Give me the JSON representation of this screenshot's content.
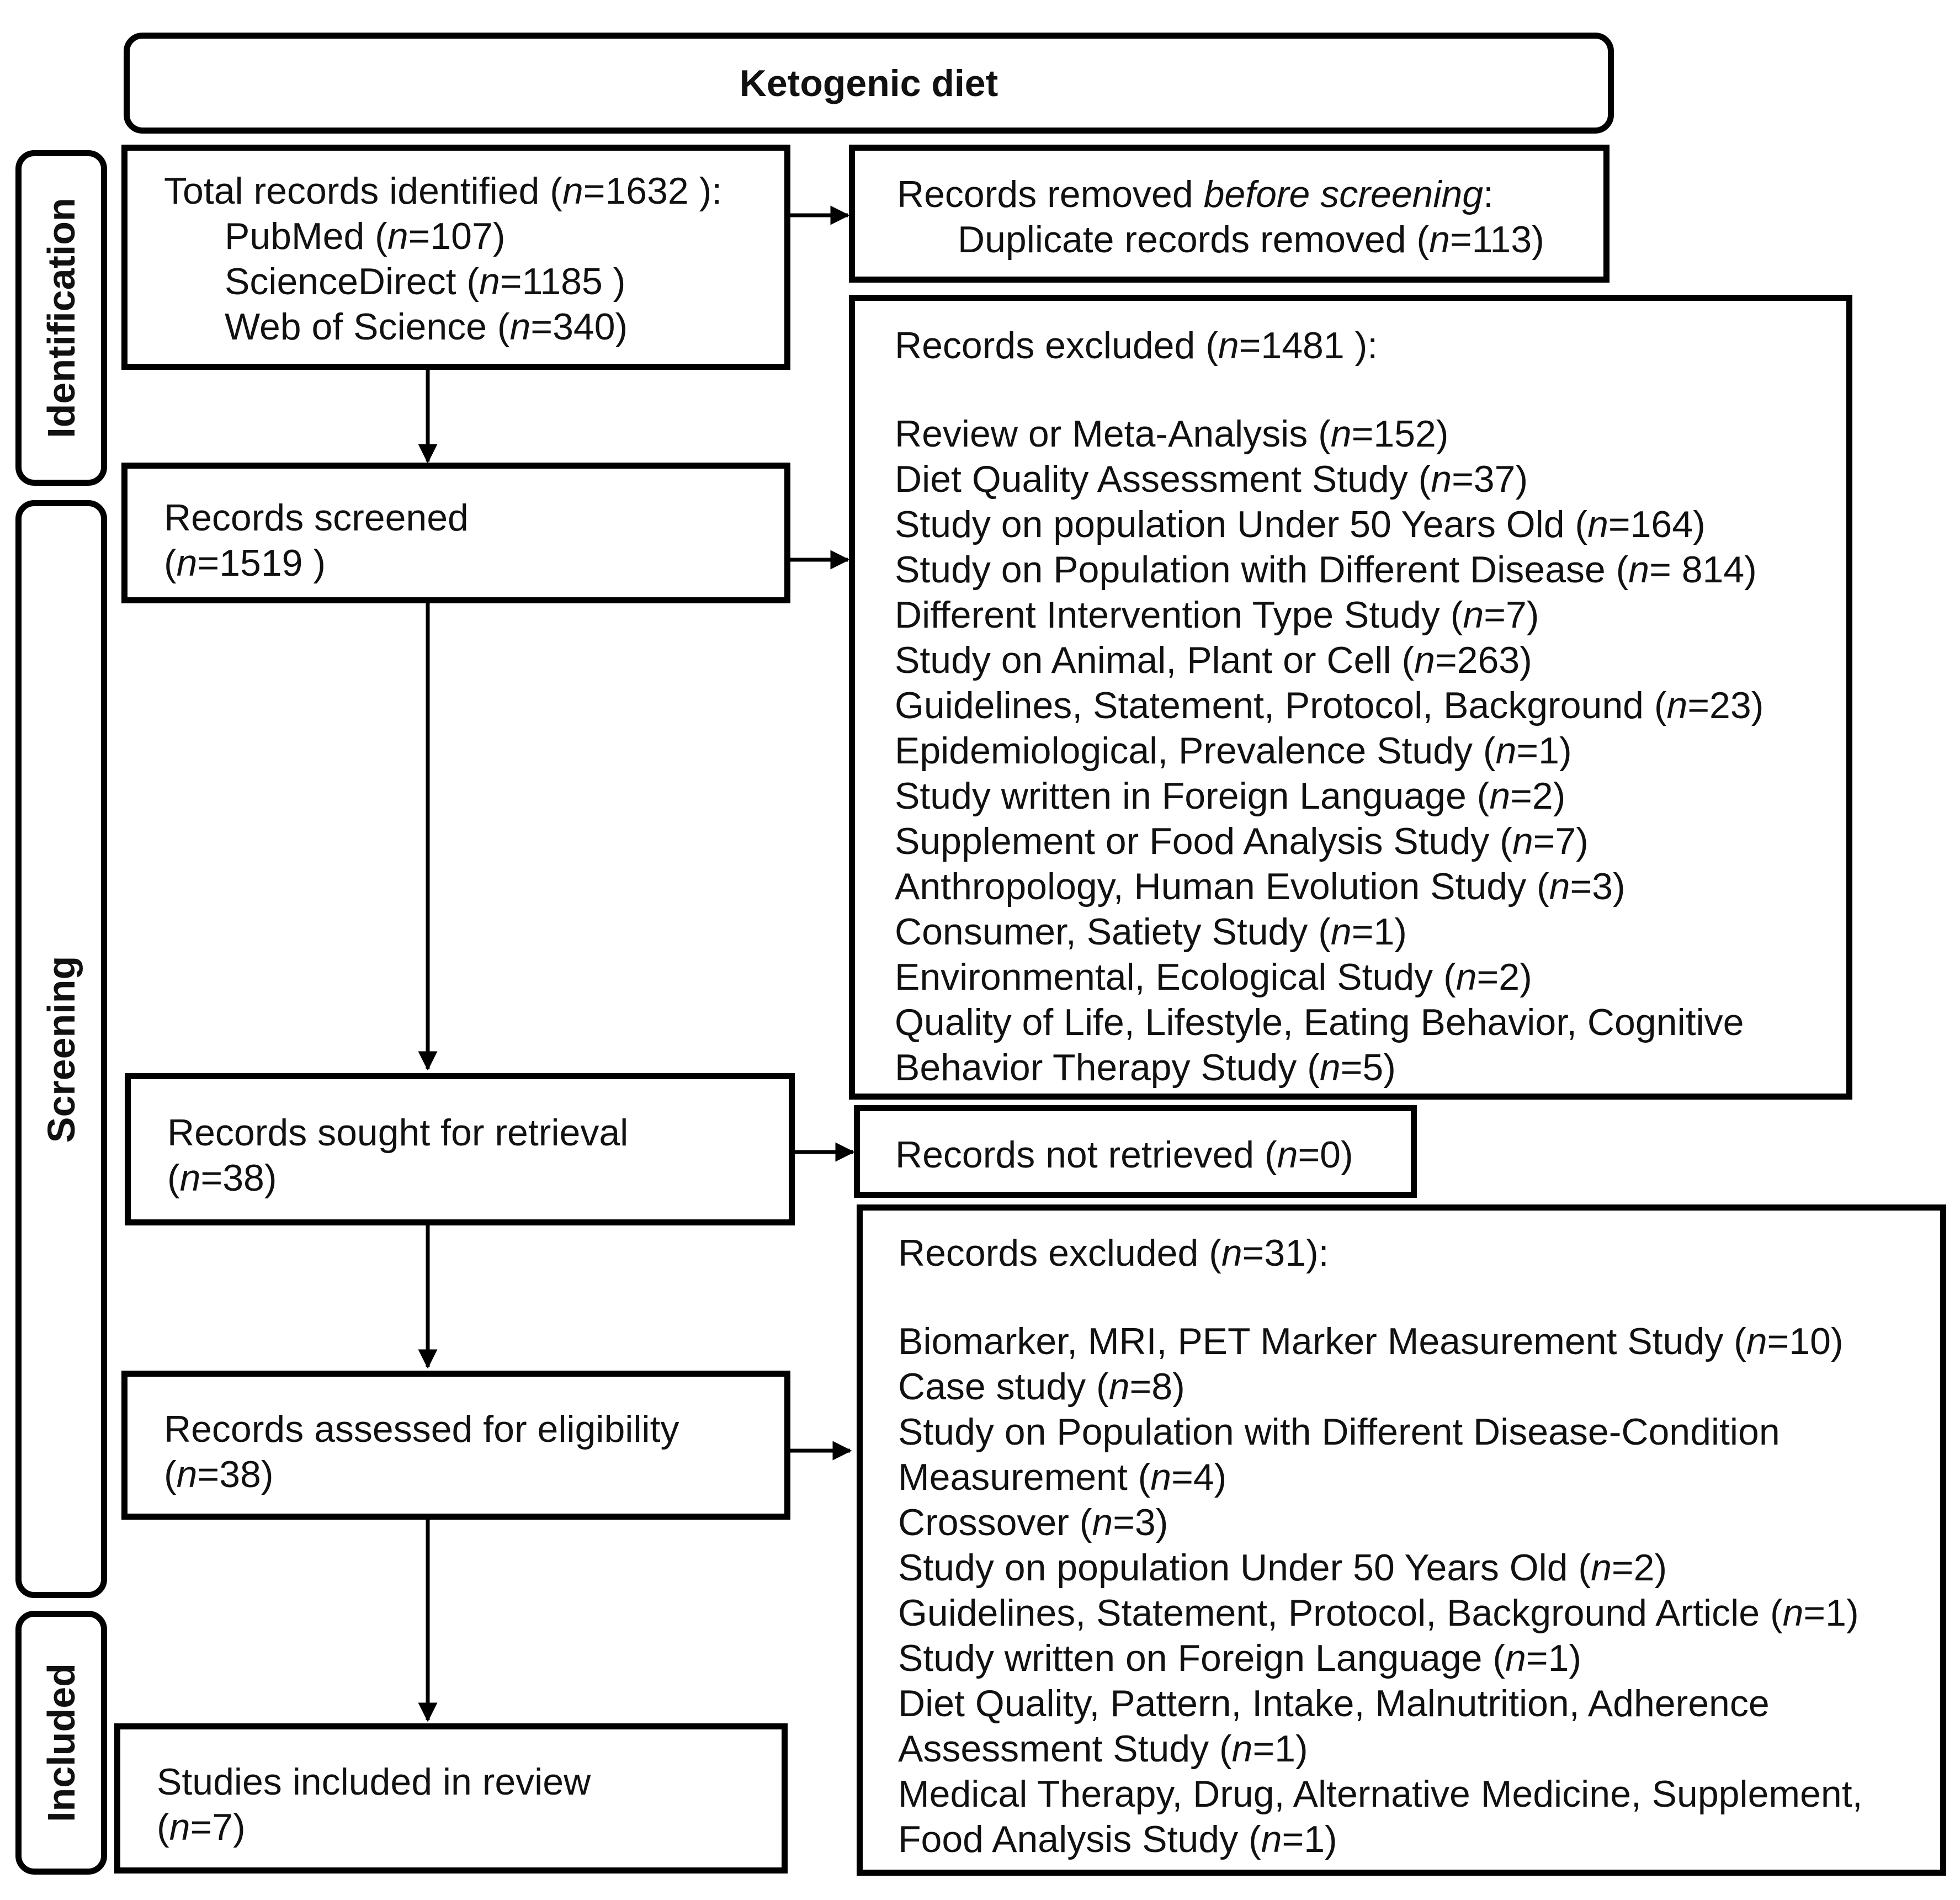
{
  "title": "Ketogenic diet",
  "phases": {
    "identification": "Identification",
    "screening": "Screening",
    "included": "Included"
  },
  "n_symbol": "n",
  "identified": {
    "label": "Total records identified (",
    "n": "=1632 ",
    "tail": "):",
    "sources": [
      {
        "pre": "PubMed (",
        "n": "=107",
        "post": ")"
      },
      {
        "pre": "ScienceDirect (",
        "n": "=1185 ",
        "post": ")"
      },
      {
        "pre": "Web of Science (",
        "n": "=340",
        "post": ")"
      }
    ]
  },
  "removed": {
    "label_pre": "Records removed ",
    "label_em": "before screening",
    "label_post": ":",
    "line_pre": "Duplicate records removed (",
    "line_n": "=113",
    "line_post": ")"
  },
  "screened": {
    "label": "Records screened",
    "n_pre": "(",
    "n": "=1519 ",
    "n_post": ")"
  },
  "excluded1": {
    "header_pre": "Records excluded (",
    "header_n": "=1481 ",
    "header_post": "):",
    "items": [
      {
        "pre": "Review or Meta-Analysis (",
        "n": "=152",
        "post": ")"
      },
      {
        "pre": "Diet Quality Assessment Study (",
        "n": "=37",
        "post": ")"
      },
      {
        "pre": "Study on population Under 50 Years Old (",
        "n": "=164",
        "post": ")"
      },
      {
        "pre": "Study on Population with Different Disease (",
        "n": "= 814",
        "post": ")"
      },
      {
        "pre": "Different Intervention Type Study (",
        "n": "=7",
        "post": ")"
      },
      {
        "pre": "Study on Animal, Plant or Cell (",
        "n": "=263",
        "post": ")"
      },
      {
        "pre": "Guidelines, Statement, Protocol, Background (",
        "n": "=23",
        "post": ")"
      },
      {
        "pre": "Epidemiological, Prevalence Study (",
        "n": "=1",
        "post": ")"
      },
      {
        "pre": "Study written in Foreign Language (",
        "n": "=2",
        "post": ")"
      },
      {
        "pre": "Supplement or Food Analysis Study (",
        "n": "=7",
        "post": ")"
      },
      {
        "pre": "Anthropology, Human Evolution Study (",
        "n": "=3",
        "post": ")"
      },
      {
        "pre": "Consumer, Satiety Study (",
        "n": "=1",
        "post": ")"
      },
      {
        "pre": "Environmental, Ecological Study (",
        "n": "=2",
        "post": ")"
      },
      {
        "pre": "Quality of Life, Lifestyle, Eating Behavior, Cognitive",
        "n": "",
        "post": ""
      },
      {
        "pre": "Behavior Therapy Study (",
        "n": "=5",
        "post": ")"
      }
    ]
  },
  "sought": {
    "label": "Records sought for retrieval",
    "n_pre": "(",
    "n": "=38",
    "n_post": ")"
  },
  "not_retrieved": {
    "pre": "Records not retrieved (",
    "n": "=0",
    "post": ")"
  },
  "assessed": {
    "label": "Records assessed for eligibility",
    "n_pre": "(",
    "n": "=38",
    "n_post": ")"
  },
  "excluded2": {
    "header_pre": "Records excluded (",
    "header_n": "=31",
    "header_post": "):",
    "items": [
      {
        "pre": "Biomarker, MRI, PET Marker Measurement Study (",
        "n": "=10",
        "post": ")"
      },
      {
        "pre": "Case study (",
        "n": "=8",
        "post": ")"
      },
      {
        "pre": "Study on Population with Different Disease-Condition",
        "n": "",
        "post": ""
      },
      {
        "pre": "Measurement (",
        "n": "=4",
        "post": ")"
      },
      {
        "pre": "Crossover (",
        "n": "=3",
        "post": ")"
      },
      {
        "pre": "Study on population Under 50 Years Old (",
        "n": "=2",
        "post": ")"
      },
      {
        "pre": "Guidelines, Statement, Protocol, Background Article (",
        "n": "=1",
        "post": ")"
      },
      {
        "pre": "Study written on Foreign Language (",
        "n": "=1",
        "post": ")"
      },
      {
        "pre": "Diet Quality, Pattern, Intake, Malnutrition, Adherence",
        "n": "",
        "post": ""
      },
      {
        "pre": "Assessment Study (",
        "n": "=1",
        "post": ")"
      },
      {
        "pre": "Medical Therapy, Drug, Alternative Medicine, Supplement,",
        "n": "",
        "post": ""
      },
      {
        "pre": "Food Analysis Study (",
        "n": "=1",
        "post": ")"
      }
    ]
  },
  "included": {
    "label": "Studies included in review",
    "n_pre": "(",
    "n": "=7",
    "n_post": ")"
  }
}
